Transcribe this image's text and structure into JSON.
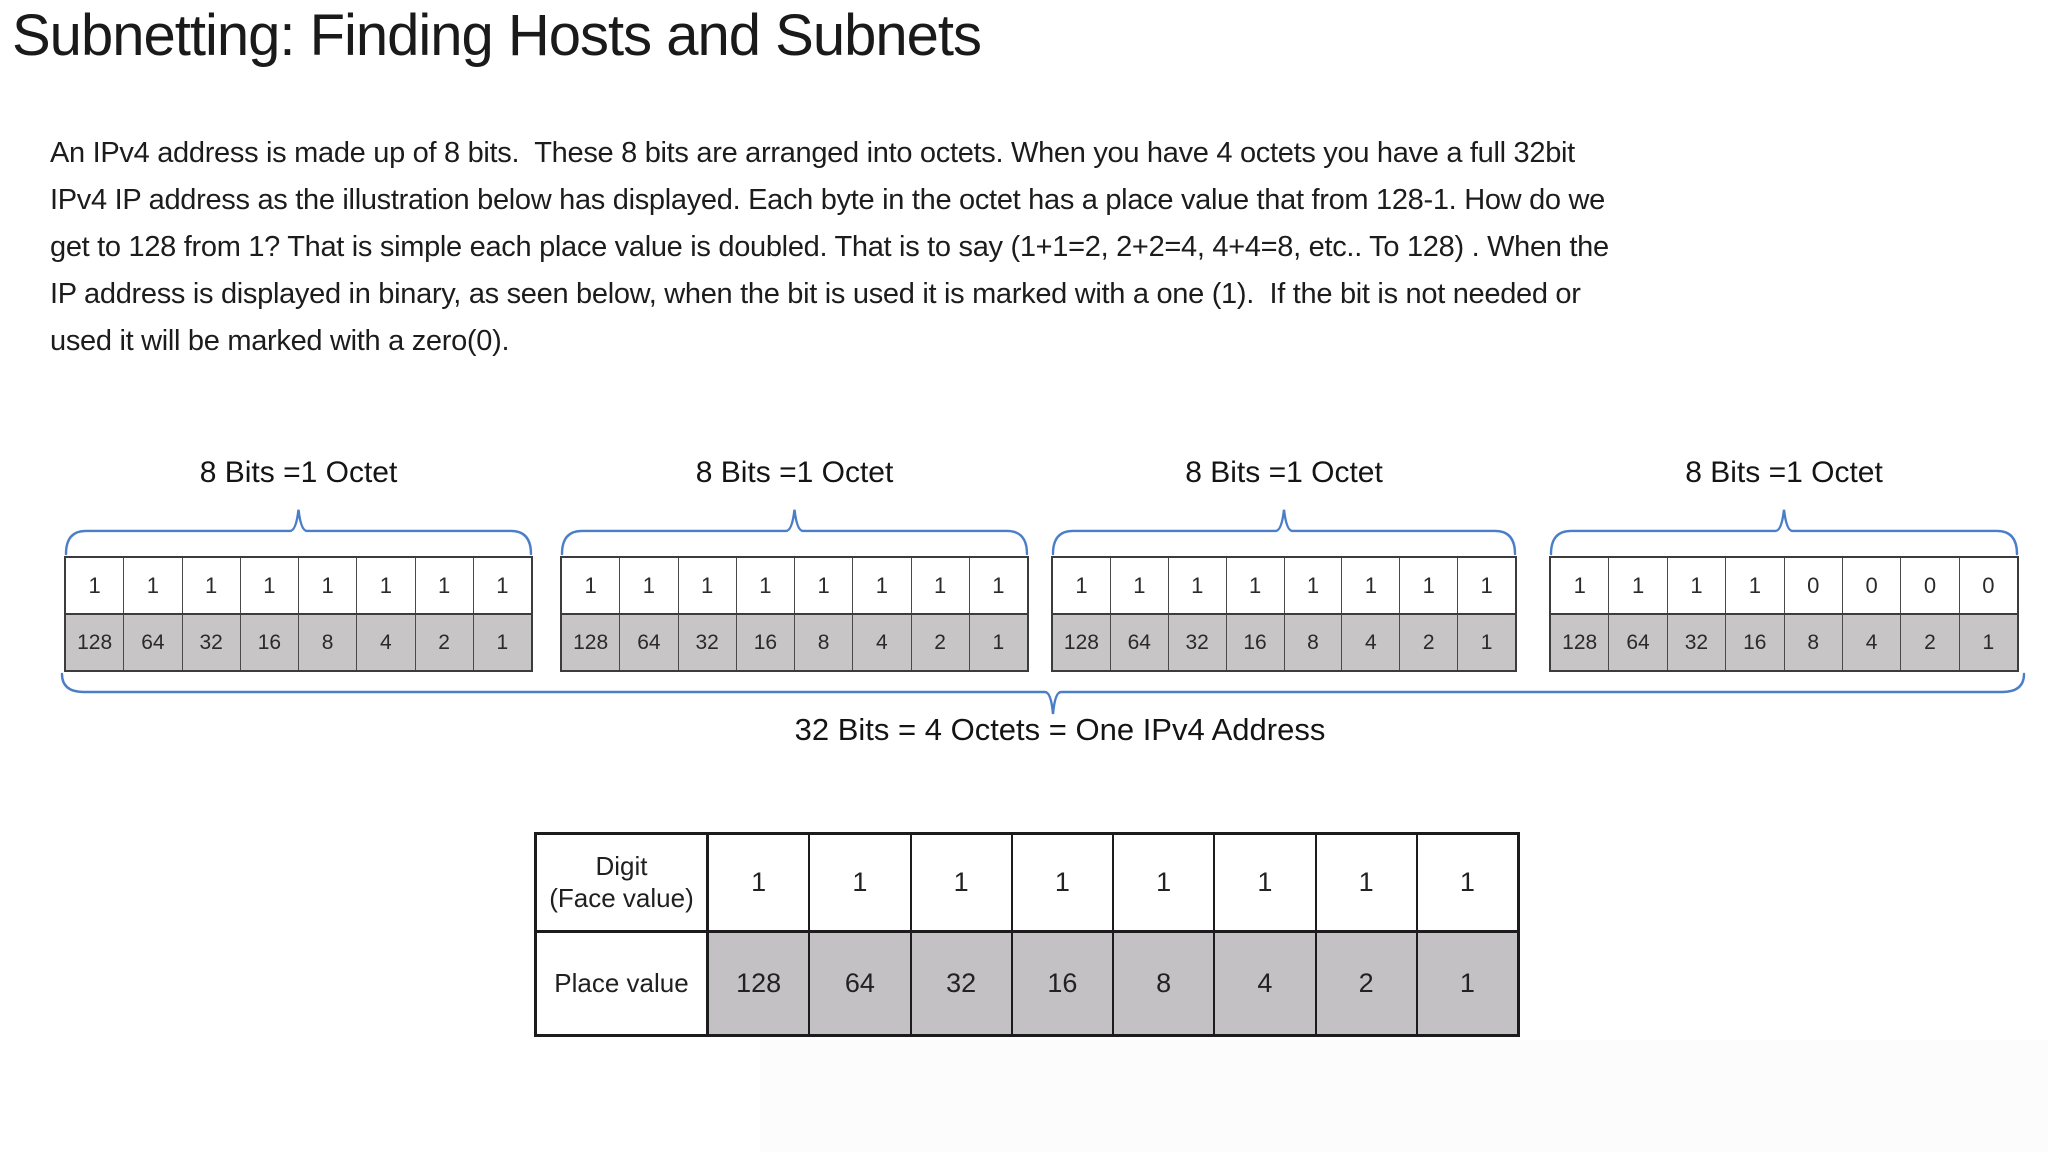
{
  "title": "Subnetting: Finding Hosts and Subnets",
  "intro": {
    "lines": [
      "An IPv4 address is made up of 8 bits.  These 8 bits are arranged into octets. When you have 4 octets you have a full 32bit",
      "IPv4 IP address as the illustration below has displayed. Each byte in the octet has a place value that from 128-1. How do we",
      "get to 128 from 1? That is simple each place value is doubled. That is to say (1+1=2, 2+2=4, 4+4=8, etc.. To 128) . When the",
      "IP address is displayed in binary, as seen below, when the bit is used it is marked with a one (1).  If the bit is not needed or",
      "used it will be marked with a zero(0)."
    ]
  },
  "diagram": {
    "octets": [
      {
        "label": "8 Bits =1 Octet",
        "bits": [
          "1",
          "1",
          "1",
          "1",
          "1",
          "1",
          "1",
          "1"
        ]
      },
      {
        "label": "8 Bits =1 Octet",
        "bits": [
          "1",
          "1",
          "1",
          "1",
          "1",
          "1",
          "1",
          "1"
        ]
      },
      {
        "label": "8 Bits =1 Octet",
        "bits": [
          "1",
          "1",
          "1",
          "1",
          "1",
          "1",
          "1",
          "1"
        ]
      },
      {
        "label": "8 Bits =1 Octet",
        "bits": [
          "1",
          "1",
          "1",
          "1",
          "0",
          "0",
          "0",
          "0"
        ]
      }
    ],
    "place_values": [
      "128",
      "64",
      "32",
      "16",
      "8",
      "4",
      "2",
      "1"
    ],
    "bottom_label": "32 Bits = 4 Octets = One IPv4 Address"
  },
  "value_table": {
    "digit_header": "Digit\n(Face value)",
    "place_header": "Place value",
    "digits": [
      "1",
      "1",
      "1",
      "1",
      "1",
      "1",
      "1",
      "1"
    ],
    "place_values": [
      "128",
      "64",
      "32",
      "16",
      "8",
      "4",
      "2",
      "1"
    ]
  },
  "colors": {
    "brace_blue": "#4a7ec7",
    "cell_gray": "#c7c5c6",
    "table_gray": "#c3c1c3"
  }
}
